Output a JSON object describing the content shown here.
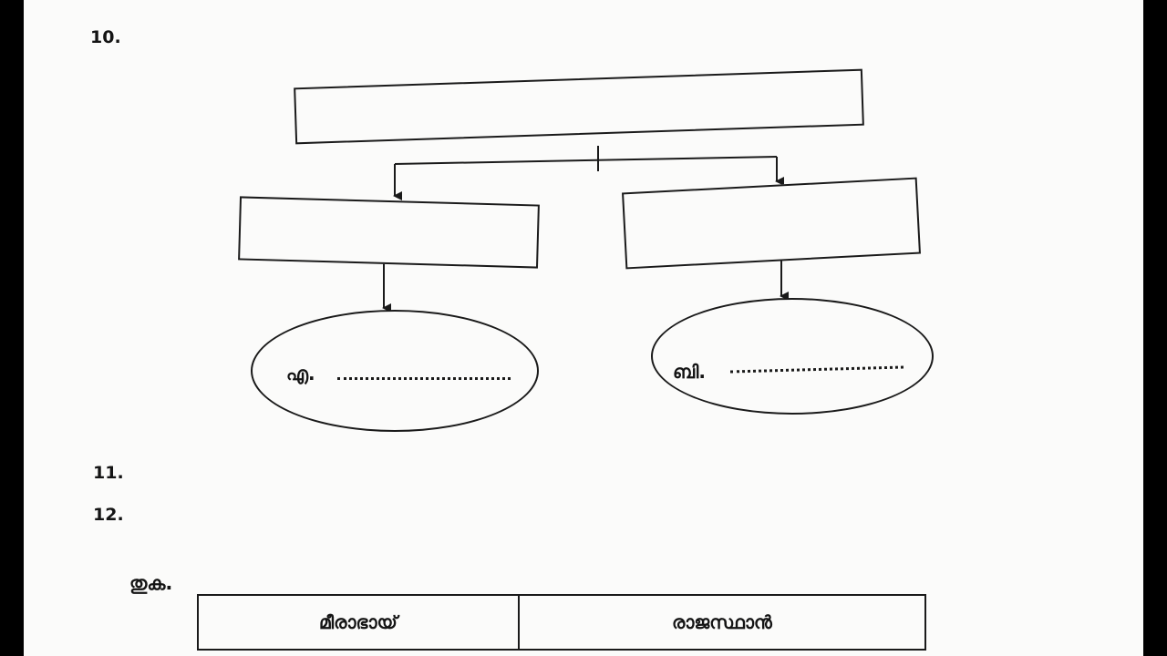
{
  "document": {
    "top_line": "",
    "q10": {
      "number": "10.",
      "text": "",
      "flowchart": {
        "top_box": "",
        "left_box": [
          "",
          ""
        ],
        "right_box": [
          "",
          ""
        ],
        "answer_a_label": "എ.",
        "answer_b_label": "ബി."
      }
    },
    "q11": {
      "number": "11.",
      "text": ""
    },
    "q12": {
      "number": "12.",
      "text_lines": [
        "",
        "",
        "തുക."
      ],
      "table": {
        "rows": [
          [
            "മീരാഭായ്",
            "രാജസ്ഥാൻ"
          ]
        ]
      }
    }
  }
}
